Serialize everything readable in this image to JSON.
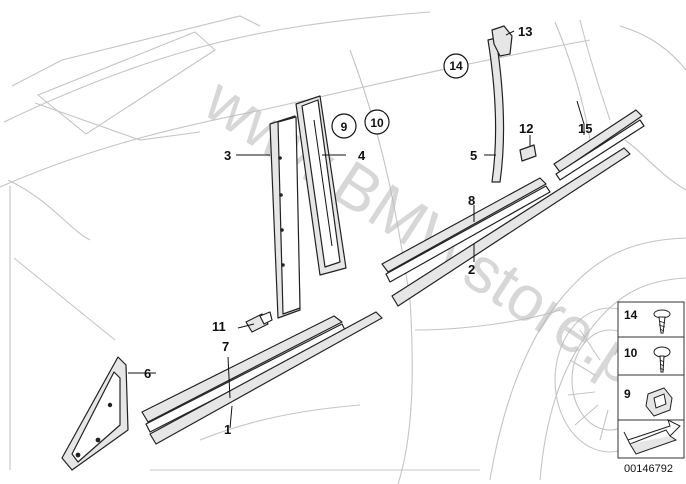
{
  "watermark": "www.BMWstore.pl",
  "document_id": "00146792",
  "callouts": {
    "p1": "1",
    "p2": "2",
    "p3": "3",
    "p4": "4",
    "p5": "5",
    "p6": "6",
    "p7": "7",
    "p8": "8",
    "p9": "9",
    "p10": "10",
    "p11": "11",
    "p12": "12",
    "p13": "13",
    "p14": "14",
    "p15": "15"
  },
  "legend": {
    "items": [
      {
        "label": "14",
        "icon": "screw-icon"
      },
      {
        "label": "10",
        "icon": "rivet-icon"
      },
      {
        "label": "9",
        "icon": "clip-icon"
      }
    ],
    "footer_icon": "arrow-icon"
  }
}
